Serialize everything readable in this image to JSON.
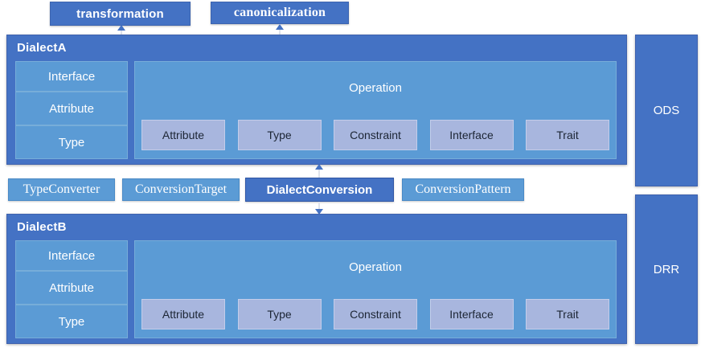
{
  "callouts": [
    {
      "label": "transformation",
      "style": "sans"
    },
    {
      "label": "canonicalization",
      "style": "serif"
    }
  ],
  "dialects": [
    {
      "title": "DialectA",
      "left_column": [
        "Interface",
        "Attribute",
        "Type"
      ],
      "operation": {
        "label": "Operation",
        "items": [
          "Attribute",
          "Type",
          "Constraint",
          "Interface",
          "Trait"
        ]
      }
    },
    {
      "title": "DialectB",
      "left_column": [
        "Interface",
        "Attribute",
        "Type"
      ],
      "operation": {
        "label": "Operation",
        "items": [
          "Attribute",
          "Type",
          "Constraint",
          "Interface",
          "Trait"
        ]
      }
    }
  ],
  "conversion_row": [
    {
      "label": "TypeConverter",
      "emphasis": "normal"
    },
    {
      "label": "ConversionTarget",
      "emphasis": "normal"
    },
    {
      "label": "DialectConversion",
      "emphasis": "highlighted"
    },
    {
      "label": "ConversionPattern",
      "emphasis": "normal"
    }
  ],
  "side_panels": [
    {
      "label": "ODS"
    },
    {
      "label": "DRR"
    }
  ],
  "colors": {
    "dark_blue": "#4472C4",
    "mid_blue": "#5B9BD5",
    "lavender": "#A8B6DE",
    "background": "#FFFFFF",
    "text_light": "#FFFFFF",
    "text_dark": "#1C2534"
  }
}
